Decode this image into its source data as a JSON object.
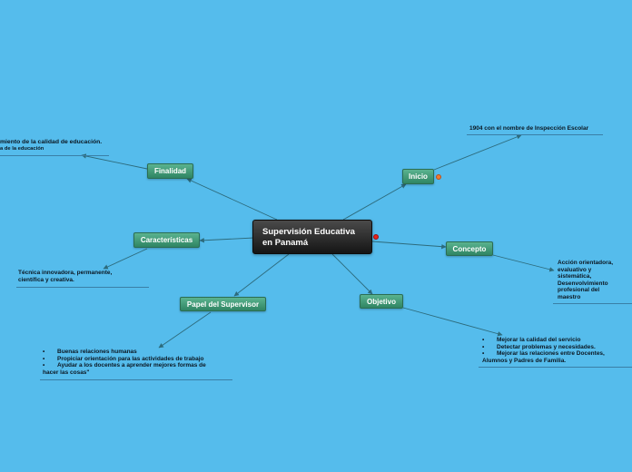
{
  "central": {
    "line1": "Supervisión Educativa",
    "line2": "en Panamá"
  },
  "branches": {
    "finalidad": "Finalidad",
    "caracteristicas": "Características",
    "papel": "Papel del Supervisor",
    "inicio": "Inicio",
    "concepto": "Concepto",
    "objetivo": "Objetivo"
  },
  "leaves": {
    "finalidad": [
      "miento de la calidad de educación.",
      "a de la educación"
    ],
    "caracteristicas": [
      "Técnica innovadora, permanente,",
      "científica y creativa."
    ],
    "papel": [
      "Buenas relaciones humanas",
      "Propiciar orientación para las actividades de trabajo",
      "Ayudar a los docentes a aprender mejores formas de",
      "hacer las cosas\""
    ],
    "inicio": "1904 con el nombre de Inspección Escolar",
    "concepto": [
      "Acción orientadora,",
      "evaluativo  y",
      "sistemática,",
      "Desenvolvimiento",
      "profesional  del",
      "maestro"
    ],
    "objetivo": [
      "Mejorar la calidad del servicio",
      "Detectar problemas y necesidades.",
      "Mejorar las relaciones entre Docentes,",
      "Alumnos y Padres de Familia."
    ]
  },
  "bullet_symbol": "•",
  "colors": {
    "background": "#55bcec",
    "branch_fill": "#3f9c77",
    "central_fill": "#222222",
    "connector": "#2d6b7c",
    "marker_red": "#e8251c",
    "marker_orange": "#f07a2e"
  }
}
